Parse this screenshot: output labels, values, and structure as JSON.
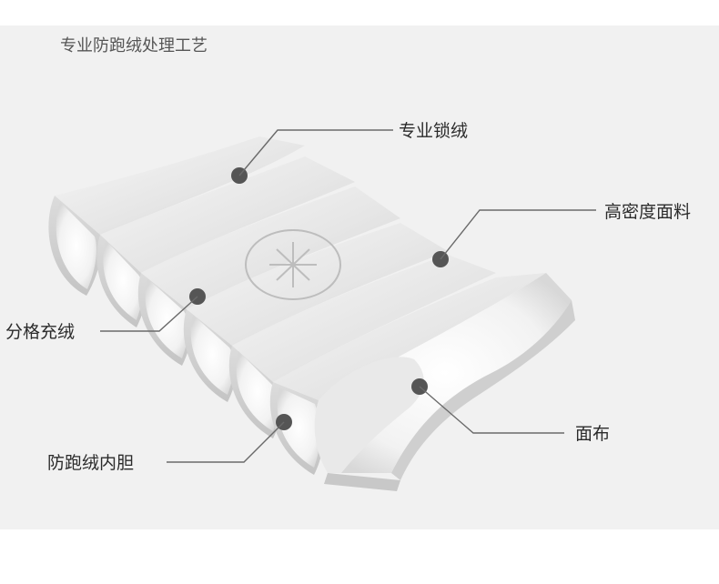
{
  "title": "专业防跑绒处理工艺",
  "labels": {
    "lock_down": "专业锁绒",
    "high_density": "高密度面料",
    "compartment": "分格充绒",
    "liner": "防跑绒内胆",
    "face_fabric": "面布"
  },
  "icons": {
    "center_emblem": "snowflake-asterisk-icon"
  },
  "colors": {
    "background": "#f1f1f1",
    "fabric": "#e4e4e4",
    "down_fill": "#fbfbfb",
    "marker": "#555555"
  }
}
